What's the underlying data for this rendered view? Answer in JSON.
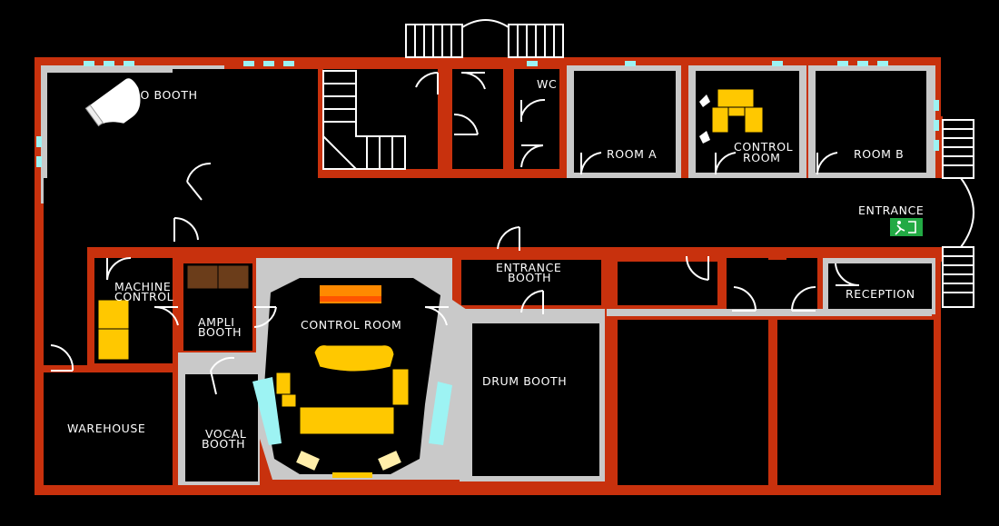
{
  "rooms": {
    "piano_booth": "PIANO BOOTH",
    "wc": "WC",
    "room_a": "ROOM A",
    "control_room_top_1": "CONTROL",
    "control_room_top_2": "ROOM",
    "room_b": "ROOM B",
    "entrance": "ENTRANCE",
    "machine_control_1": "MACHINE",
    "machine_control_2": "CONTROL",
    "entrance_booth_1": "ENTRANCE",
    "entrance_booth_2": "BOOTH",
    "ampli_booth_1": "AMPLI",
    "ampli_booth_2": "BOOTH",
    "control_room": "CONTROL ROOM",
    "drum_booth": "DRUM BOOTH",
    "reception": "RECEPTION",
    "warehouse": "WAREHOUSE",
    "vocal_booth_1": "VOCAL",
    "vocal_booth_2": "BOOTH"
  },
  "icons": {
    "exit_sign": "emergency-exit-icon",
    "piano": "grand-piano-icon"
  },
  "colors": {
    "wall": "#c8310d",
    "lining": "#c9c9c9",
    "window": "#9df3f3",
    "furniture": "#ffc800",
    "exit_sign": "#22aa44",
    "background": "#000000"
  }
}
